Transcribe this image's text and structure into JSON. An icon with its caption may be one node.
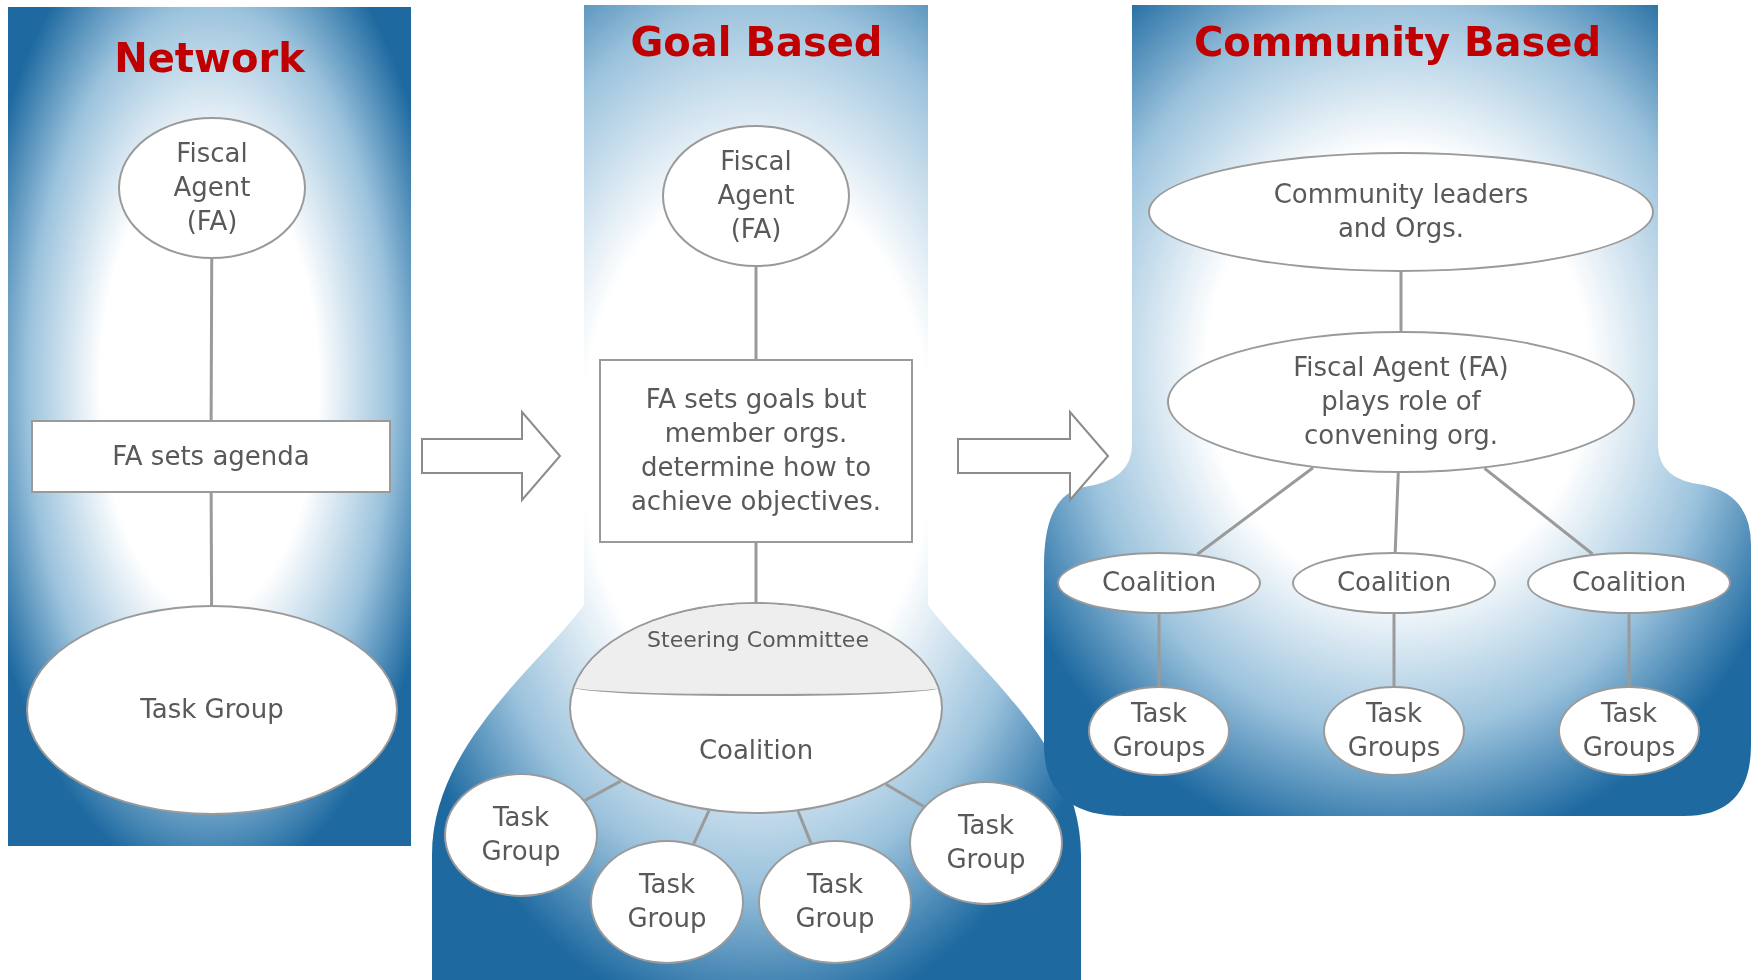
{
  "diagram": {
    "nodes": [
      {
        "text": [
          "Network"
        ]
      },
      {
        "text": [
          "Fiscal Agent (FA)"
        ],
        "in": 0
      },
      {
        "text": [
          "FA sets agenda"
        ],
        "in": 0
      },
      {
        "text": [
          "Task Group"
        ],
        "in": 0
      },
      {
        "text": [
          "Goal Based"
        ]
      },
      {
        "text": [
          "Fiscal Agent (FA)"
        ],
        "in": 4
      },
      {
        "text": [
          "FA sets goals but member orgs. determine how to achieve objectives."
        ],
        "in": 4
      },
      {
        "text": [
          "Coalition"
        ],
        "in": 4
      },
      {
        "text": [
          "Steering Committee"
        ],
        "in": 7
      },
      {
        "text": [
          "Task Group"
        ],
        "in": 4
      },
      {
        "text": [
          "Task Group"
        ],
        "in": 4
      },
      {
        "text": [
          "Task Group"
        ],
        "in": 4
      },
      {
        "text": [
          "Task Group"
        ],
        "in": 4
      },
      {
        "text": [
          "Community Based"
        ]
      },
      {
        "text": [
          "Community leaders and Orgs."
        ],
        "in": 13
      },
      {
        "text": [
          "Fiscal Agent (FA) plays role of convening org."
        ],
        "in": 13
      },
      {
        "text": [
          "Coalition"
        ],
        "in": 13
      },
      {
        "text": [
          "Coalition"
        ],
        "in": 13
      },
      {
        "text": [
          "Coalition"
        ],
        "in": 13
      },
      {
        "text": [
          "Task Groups"
        ],
        "in": 13
      },
      {
        "text": [
          "Task Groups"
        ],
        "in": 13
      },
      {
        "text": [
          "Task Groups"
        ],
        "in": 13
      }
    ],
    "edges": [
      {
        "from": 1,
        "to": 2,
        "arrow": "none"
      },
      {
        "from": 2,
        "to": 3,
        "arrow": "none"
      },
      {
        "from": 0,
        "to": 4,
        "arrow": "to"
      },
      {
        "from": 5,
        "to": 6,
        "arrow": "none"
      },
      {
        "from": 6,
        "to": 7,
        "arrow": "none"
      },
      {
        "from": 7,
        "to": 9,
        "arrow": "none"
      },
      {
        "from": 7,
        "to": 10,
        "arrow": "none"
      },
      {
        "from": 7,
        "to": 11,
        "arrow": "none"
      },
      {
        "from": 7,
        "to": 12,
        "arrow": "none"
      },
      {
        "from": 4,
        "to": 13,
        "arrow": "to"
      },
      {
        "from": 14,
        "to": 15,
        "arrow": "none"
      },
      {
        "from": 15,
        "to": 16,
        "arrow": "none"
      },
      {
        "from": 15,
        "to": 17,
        "arrow": "none"
      },
      {
        "from": 15,
        "to": 18,
        "arrow": "none"
      },
      {
        "from": 16,
        "to": 19,
        "arrow": "none"
      },
      {
        "from": 17,
        "to": 20,
        "arrow": "none"
      },
      {
        "from": 18,
        "to": 21,
        "arrow": "none"
      }
    ]
  }
}
